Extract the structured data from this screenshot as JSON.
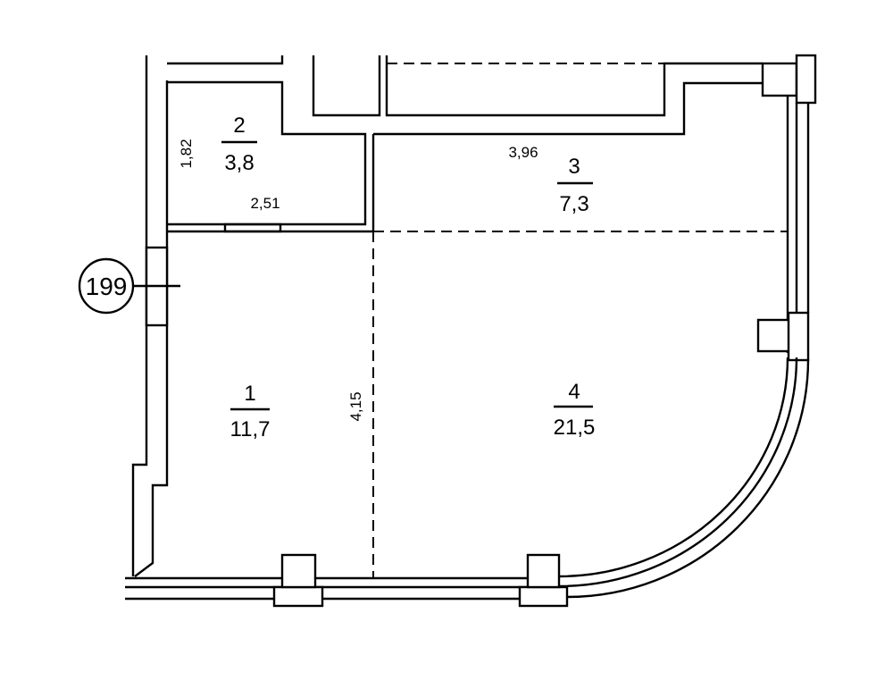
{
  "plan_marker": "199",
  "rooms": [
    {
      "number": "1",
      "area": "11,7"
    },
    {
      "number": "2",
      "area": "3,8"
    },
    {
      "number": "3",
      "area": "7,3"
    },
    {
      "number": "4",
      "area": "21,5"
    }
  ],
  "dimensions": {
    "room2_height": "1,82",
    "room2_width": "2,51",
    "room3_width": "3,96",
    "room1_depth": "4,15"
  }
}
